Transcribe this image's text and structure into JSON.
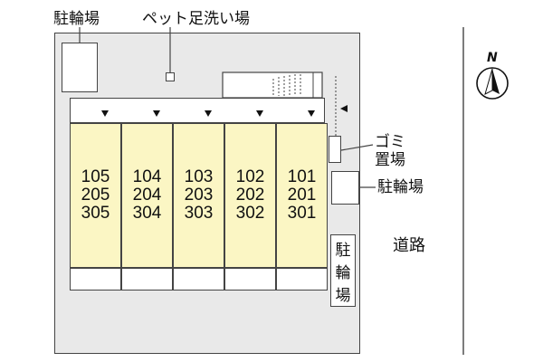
{
  "labels": {
    "bicycle_parking_top": "駐輪場",
    "pet_footwash": "ペット足洗い場",
    "garbage_line1": "ゴミ",
    "garbage_line2": "置場",
    "bicycle_parking_right": "駐輪場",
    "road": "道路",
    "bicycle_parking_vertical": [
      "駐",
      "輪",
      "場"
    ]
  },
  "compass": {
    "letter": "N"
  },
  "units": [
    {
      "rooms": [
        "105",
        "205",
        "305"
      ]
    },
    {
      "rooms": [
        "104",
        "204",
        "304"
      ]
    },
    {
      "rooms": [
        "103",
        "203",
        "303"
      ]
    },
    {
      "rooms": [
        "102",
        "202",
        "302"
      ]
    },
    {
      "rooms": [
        "101",
        "201",
        "301"
      ]
    }
  ],
  "colors": {
    "unit_fill": "#fbf6c4",
    "lot_fill": "#e9e9e9",
    "line": "#444444"
  }
}
